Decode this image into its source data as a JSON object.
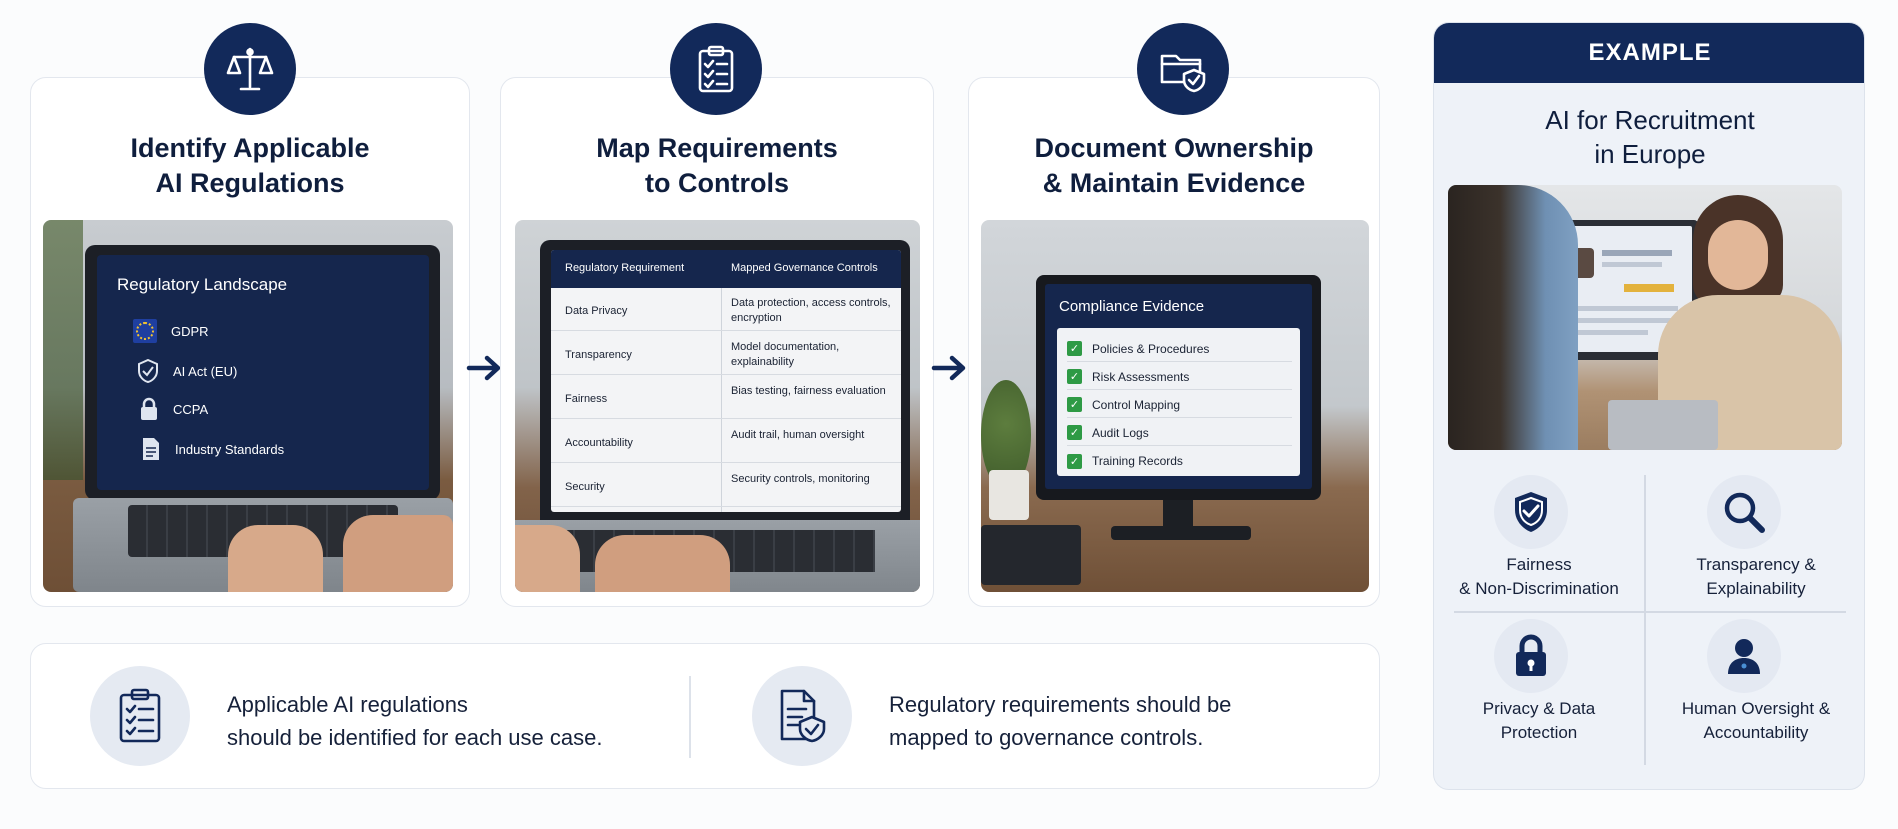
{
  "steps": [
    {
      "title_line1": "Identify Applicable",
      "title_line2": "AI Regulations",
      "icon": "scales-icon"
    },
    {
      "title_line1": "Map Requirements",
      "title_line2": "to Controls",
      "icon": "clipboard-checklist-icon"
    },
    {
      "title_line1": "Document Ownership",
      "title_line2": "& Maintain Evidence",
      "icon": "folder-shield-icon"
    }
  ],
  "laptop1": {
    "title": "Regulatory Landscape",
    "items": [
      {
        "label": "GDPR",
        "icon": "eu-flag-icon"
      },
      {
        "label": "AI Act (EU)",
        "icon": "shield-check-icon"
      },
      {
        "label": "CCPA",
        "icon": "lock-icon"
      },
      {
        "label": "Industry Standards",
        "icon": "document-icon"
      }
    ]
  },
  "laptop2": {
    "headers": [
      "Regulatory Requirement",
      "Mapped Governance Controls"
    ],
    "rows": [
      [
        "Data Privacy",
        "Data protection, access controls, encryption"
      ],
      [
        "Transparency",
        "Model documentation, explainability"
      ],
      [
        "Fairness",
        "Bias testing, fairness evaluation"
      ],
      [
        "Accountability",
        "Audit trail, human oversight"
      ],
      [
        "Security",
        "Security controls, monitoring"
      ]
    ]
  },
  "monitor3": {
    "title": "Compliance Evidence",
    "items": [
      "Policies & Procedures",
      "Risk Assessments",
      "Control Mapping",
      "Audit Logs",
      "Training Records"
    ]
  },
  "bottom": {
    "left_line1": "Applicable AI regulations",
    "left_line2": "should be identified for each use case.",
    "right_line1": "Regulatory requirements should be",
    "right_line2": "mapped to governance controls."
  },
  "example": {
    "header": "EXAMPLE",
    "title_line1": "AI for Recruitment",
    "title_line2": "in Europe",
    "items": [
      {
        "line1": "Fairness",
        "line2": "& Non-Discrimination",
        "icon": "shield-check-icon"
      },
      {
        "line1": "Transparency &",
        "line2": "Explainability",
        "icon": "magnifier-icon"
      },
      {
        "line1": "Privacy & Data",
        "line2": "Protection",
        "icon": "lock-icon"
      },
      {
        "line1": "Human Oversight &",
        "line2": "Accountability",
        "icon": "person-icon"
      }
    ]
  },
  "colors": {
    "navy": "#12295a",
    "accent_green": "#2e9a45",
    "light_bg": "#eef2f8"
  }
}
